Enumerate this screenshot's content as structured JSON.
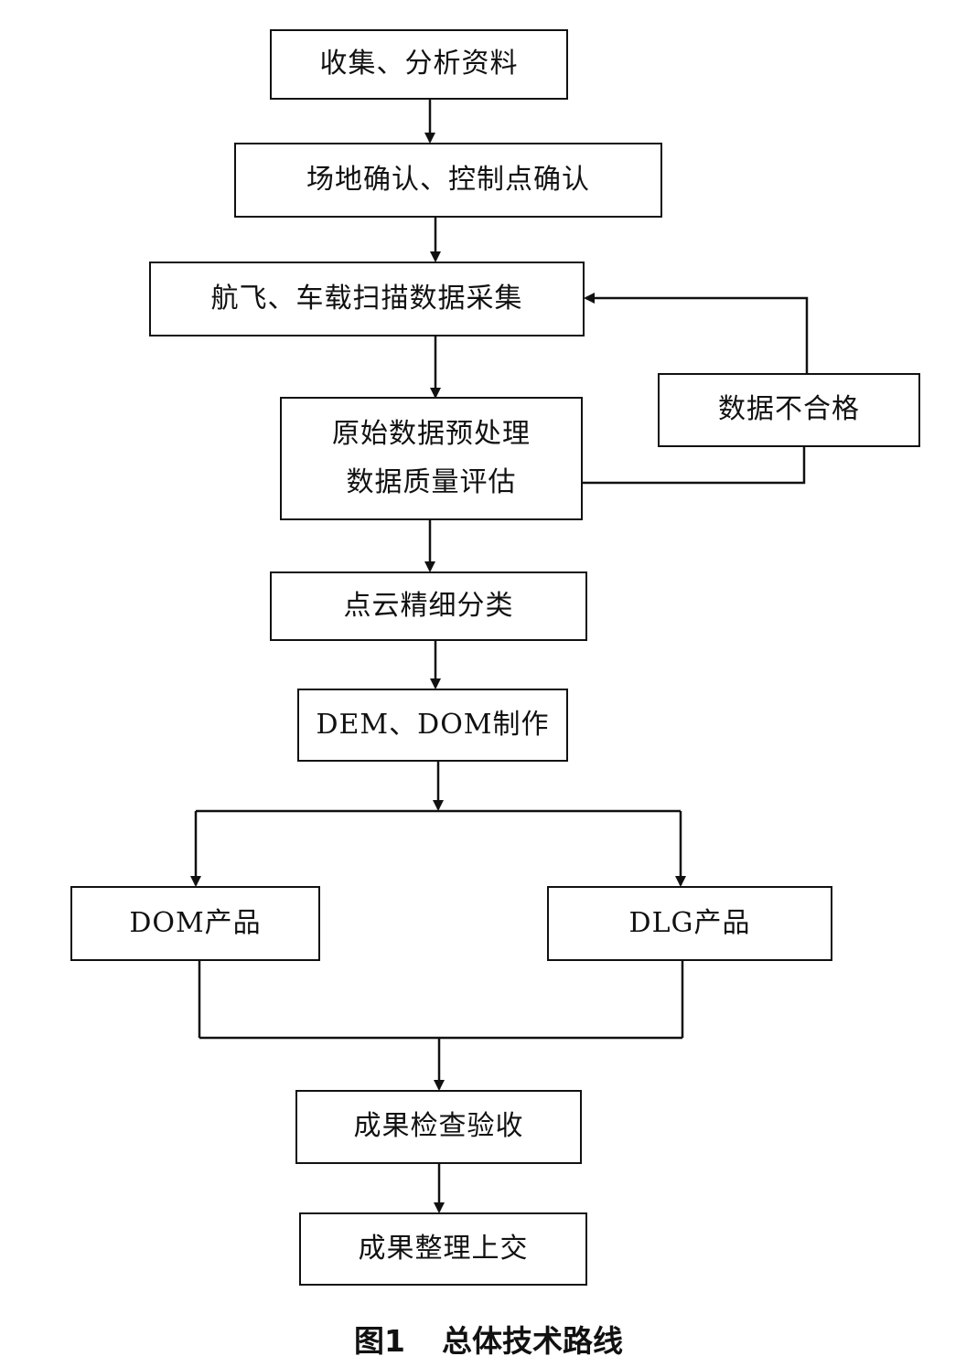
{
  "nodes": {
    "collect": "收集、分析资料",
    "site_confirm": "场地确认、控制点确认",
    "acquire": "航飞、车载扫描数据采集",
    "preprocess_line1": "原始数据预处理",
    "preprocess_line2": "数据质量评估",
    "unqualified": "数据不合格",
    "classify": "点云精细分类",
    "dem_dom": "DEM、DOM制作",
    "dom_product": "DOM产品",
    "dlg_product": "DLG产品",
    "inspect": "成果检查验收",
    "deliver": "成果整理上交"
  },
  "caption": {
    "label": "图1",
    "title": "总体技术路线"
  }
}
